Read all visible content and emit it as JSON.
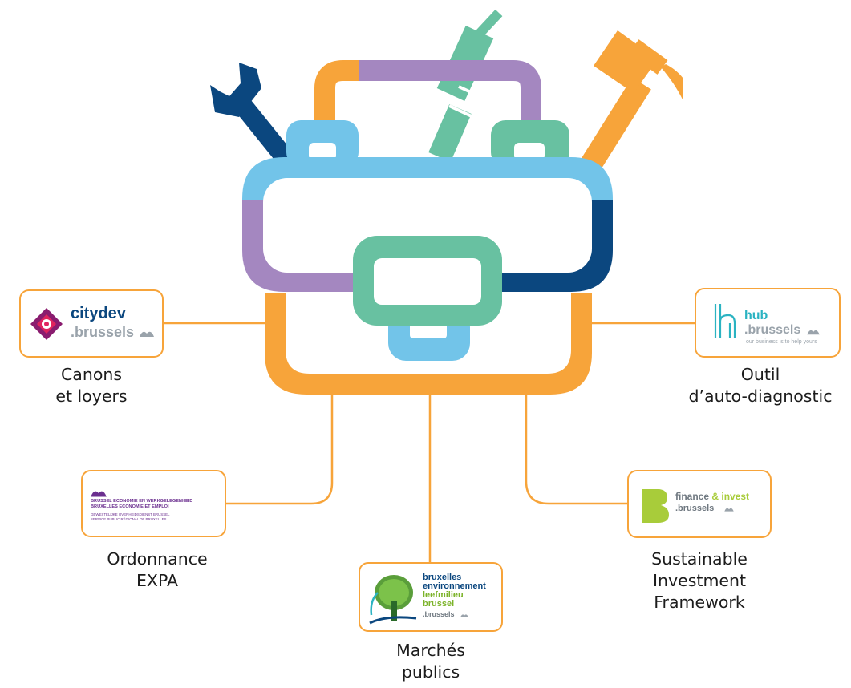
{
  "colors": {
    "orange": "#f7a43a",
    "purple": "#a487c0",
    "light_blue": "#72c4e9",
    "navy": "#0b477f",
    "green": "#68c1a1",
    "lime": "#a8cc3a"
  },
  "icons": [
    "toolbox-icon",
    "wrench-icon",
    "screwdriver-icon",
    "hammer-icon"
  ],
  "nodes": {
    "citydev": {
      "logo": {
        "name": "citydev",
        "domain": ".brussels"
      },
      "caption": [
        "Canons",
        "et loyers"
      ]
    },
    "hub": {
      "logo": {
        "name": "hub",
        "domain": ".brussels",
        "tagline": "our business is to help yours"
      },
      "caption": [
        "Outil",
        "d’auto-diagnostic"
      ]
    },
    "economie": {
      "logo": {
        "line1": "BRUSSEL ECONOMIE EN WERKGELEGENHEID",
        "line2": "BRUXELLES ÉCONOMIE ET EMPLOI",
        "line3": "GEWESTELIJKE OVERHEIDSDIENST BRUSSEL",
        "line4": "SERVICE PUBLIC RÉGIONAL DE BRUXELLES"
      },
      "caption": [
        "Ordonnance",
        "EXPA"
      ]
    },
    "environnement": {
      "logo": {
        "line1": "bruxelles",
        "line2": "environnement",
        "line3": "leefmilieu",
        "line4": "brussel",
        "domain": ".brussels"
      },
      "caption": [
        "Marchés",
        "publics"
      ]
    },
    "finance": {
      "logo": {
        "name": "finance",
        "amp": "& invest",
        "domain": ".brussels"
      },
      "caption": [
        "Sustainable",
        "Investment",
        "Framework"
      ]
    }
  }
}
